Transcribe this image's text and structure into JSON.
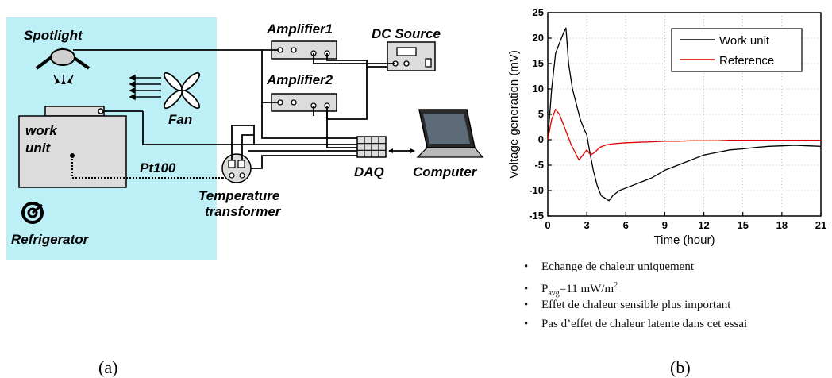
{
  "diagram": {
    "spotlight": "Spotlight",
    "fan": "Fan",
    "work_unit_line1": "work",
    "work_unit_line2": "unit",
    "pt100": "Pt100",
    "refrigerator": "Refrigerator",
    "amplifier1": "Amplifier1",
    "amplifier2": "Amplifier2",
    "dc_source": "DC Source",
    "daq": "DAQ",
    "computer": "Computer",
    "temp_transformer_line1": "Temperature",
    "temp_transformer_line2": "transformer",
    "panel_label": "(a)",
    "colors": {
      "enclosure": "#bdeff6",
      "unit": "#dcdcdc"
    }
  },
  "chart_data": {
    "type": "line",
    "xlabel": "Time (hour)",
    "ylabel": "Voltage generation (mV)",
    "xlim": [
      0,
      21
    ],
    "ylim": [
      -15,
      25
    ],
    "xticks": [
      0,
      3,
      6,
      9,
      12,
      15,
      18,
      21
    ],
    "yticks": [
      -15,
      -10,
      -5,
      0,
      5,
      10,
      15,
      20,
      25
    ],
    "grid": true,
    "legend": "top-right",
    "panel_label": "(b)",
    "series": [
      {
        "name": "Work unit",
        "color": "#000000",
        "x": [
          0,
          0.3,
          0.6,
          0.9,
          1.2,
          1.4,
          1.6,
          1.9,
          2.2,
          2.5,
          2.8,
          3.0,
          3.2,
          3.5,
          3.8,
          4.1,
          4.4,
          4.7,
          5.0,
          5.5,
          6,
          7,
          8,
          9,
          10,
          11,
          12,
          13,
          14,
          15,
          16,
          17,
          18,
          19,
          20,
          21
        ],
        "y": [
          0,
          10,
          17,
          19,
          21,
          22,
          15,
          10,
          7,
          4,
          2,
          1,
          -2,
          -6,
          -9,
          -11,
          -11.5,
          -12,
          -11,
          -10,
          -9.5,
          -8.5,
          -7.5,
          -6,
          -5,
          -4,
          -3,
          -2.5,
          -2,
          -1.8,
          -1.5,
          -1.3,
          -1.2,
          -1.1,
          -1.2,
          -1.3
        ]
      },
      {
        "name": "Reference",
        "color": "#e00000",
        "x": [
          0,
          0.3,
          0.6,
          0.9,
          1.2,
          1.5,
          1.8,
          2.1,
          2.4,
          2.7,
          3.0,
          3.3,
          3.6,
          4.0,
          4.5,
          5,
          6,
          7,
          8,
          9,
          10,
          11,
          12,
          13,
          14,
          15,
          16,
          17,
          18,
          19,
          20,
          21
        ],
        "y": [
          0,
          4,
          6,
          5,
          3,
          1,
          -1,
          -2.5,
          -4,
          -3,
          -2,
          -3,
          -2.5,
          -1.5,
          -1,
          -0.8,
          -0.6,
          -0.5,
          -0.4,
          -0.3,
          -0.3,
          -0.2,
          -0.2,
          -0.2,
          -0.1,
          -0.1,
          -0.1,
          -0.1,
          -0.1,
          -0.1,
          -0.1,
          -0.1
        ]
      }
    ]
  },
  "bullets": {
    "b1": "Echange de chaleur uniquement",
    "b2_main": "P",
    "b2_sub": "avg",
    "b2_rest": "=11 mW/m",
    "b2_sup": "2",
    "b3": "Effet de chaleur sensible plus important",
    "b4": "Pas d’effet de chaleur latente dans cet essai",
    "marker": "•"
  }
}
